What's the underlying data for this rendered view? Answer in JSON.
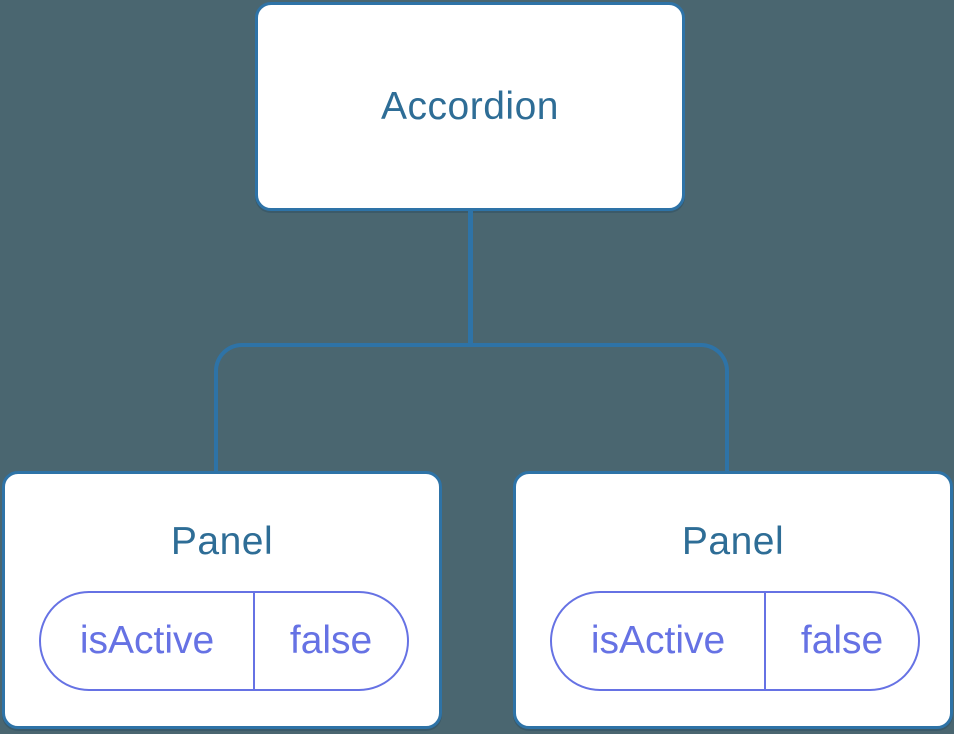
{
  "theme": {
    "bg": "#4A6670",
    "line": "#2E73A7",
    "node_bg": "#FFFFFF",
    "title": "#2E6D96",
    "state": "#6672E4"
  },
  "diagram": {
    "type": "component-tree",
    "root": {
      "label": "Accordion"
    },
    "children": [
      {
        "label": "Panel",
        "state": {
          "key": "isActive",
          "value": "false"
        }
      },
      {
        "label": "Panel",
        "state": {
          "key": "isActive",
          "value": "false"
        }
      }
    ]
  }
}
